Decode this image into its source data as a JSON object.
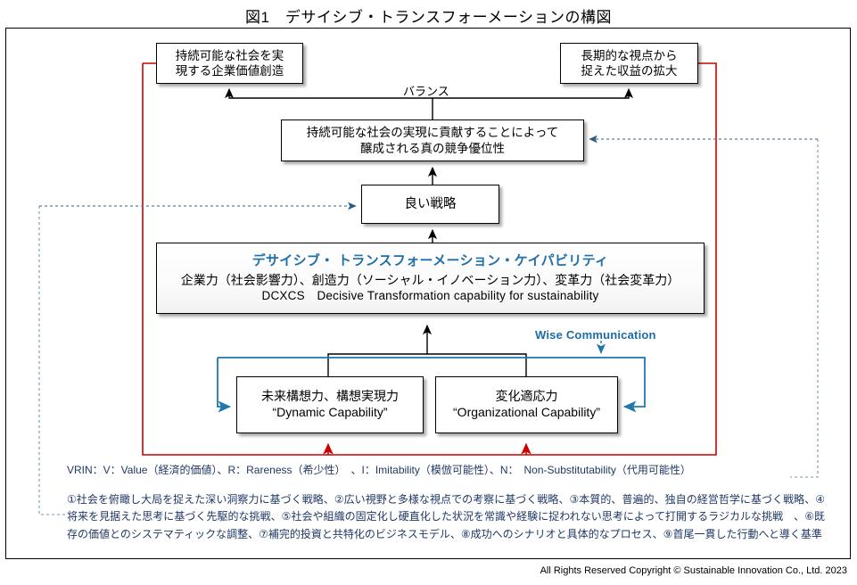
{
  "figure": {
    "title": "図1　デサイシブ・トランスフォーメーションの構図"
  },
  "boxes": {
    "corporate_value": {
      "line1": "持続可能な社会を実",
      "line2": "現する企業価値創造"
    },
    "long_term_profit": {
      "line1": "長期的な視点から",
      "line2": "捉えた収益の拡大"
    },
    "true_competitive_advantage": {
      "line1": "持続可能な社会の実現に貢献することによって",
      "line2": "醸成される真の競争優位性"
    },
    "good_strategy": {
      "line1": "良い戦略"
    },
    "dxcs": {
      "heading": "デサイシブ・ トランスフォーメーション・ケイパビリティ",
      "line2": "企業力（社会影響力）、創造力（ソーシャル・イノベーション力）、変革力（社会変革力）",
      "line3": "DCXCS　Decisive Transformation capability for sustainability"
    },
    "dynamic_capability": {
      "line1": "未来構想力、構想実現力",
      "line2": "“Dynamic Capability”"
    },
    "organizational_capability": {
      "line1": "変化適応力",
      "line2": "“Organizational Capability”"
    }
  },
  "labels": {
    "balance": "バランス",
    "wise_communication": "Wise Communication"
  },
  "notes": {
    "vrin": "VRIN：V：Value（経済的価値）、R：Rareness（希少性）　、I：Imitability（模倣可能性）、N：　Non-Substitutability（代用可能性）",
    "items": "①社会を俯瞰し大局を捉えた深い洞察力に基づく戦略、②広い視野と多様な視点での考察に基づく戦略、③本質的、普遍的、独自の経営哲学に基づく戦略、④将来を見据えた思考に基づく先駆的な挑戦、⑤社会や組織の固定化し硬直化した状況を常識や経験に捉われない思考によって打開するラジカルな挑戦　、⑥既存の価値とのシステマティックな調整、⑦補完的投資と共特化のビジネスモデル、⑧成功へのシナリオと具体的なプロセス、⑨首尾一貫した行動へと導く基準"
  },
  "footer": {
    "copyright": "All Rights Reserved Copyright © Sustainable Innovation Co., Ltd. 2023"
  },
  "colors": {
    "accent_blue": "#1f6fa8",
    "note_navy": "#1f3864",
    "red_link": "#cc0000",
    "dashed_blue": "#5b7fa6",
    "wise_blue": "#1b6ca8"
  }
}
